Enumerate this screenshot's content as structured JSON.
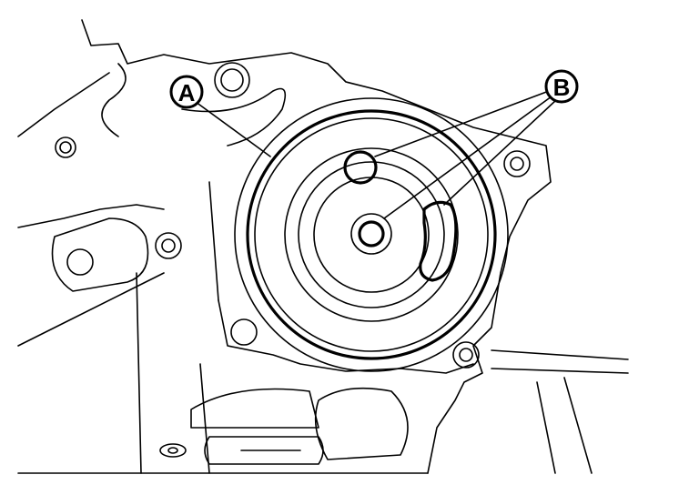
{
  "diagram": {
    "callouts": [
      {
        "id": "A",
        "label": "A"
      },
      {
        "id": "B",
        "label": "B"
      }
    ],
    "colors": {
      "line": "#000000",
      "background": "#ffffff"
    }
  }
}
